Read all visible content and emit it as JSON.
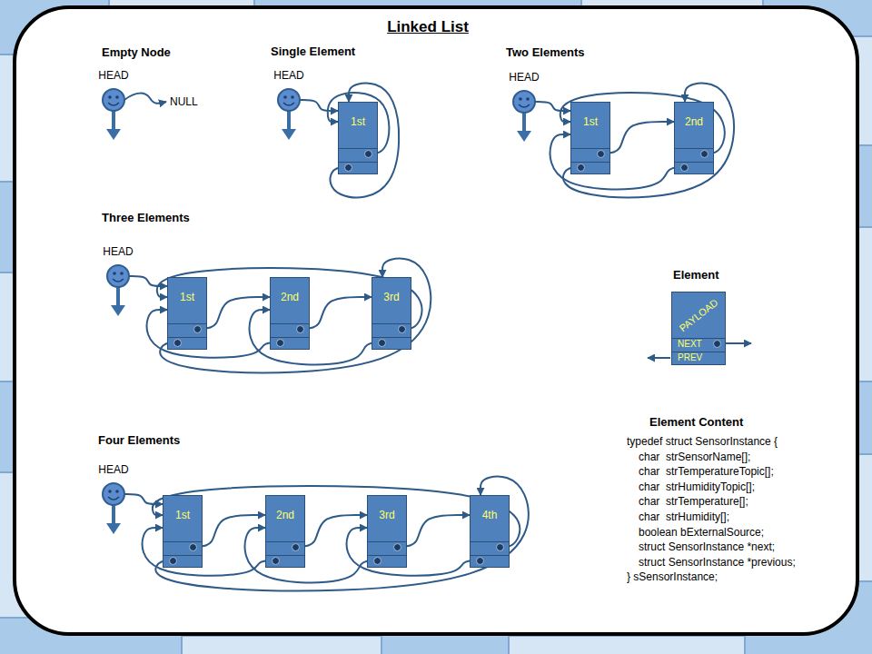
{
  "diagram": {
    "title": "Linked List",
    "nodes": [
      {
        "text": [
          "HEAD"
        ]
      },
      {
        "text": [
          "HEAD"
        ]
      },
      {
        "text": [
          "1st"
        ]
      },
      {
        "text": [
          "HEAD"
        ]
      },
      {
        "text": [
          "1st"
        ]
      },
      {
        "text": [
          "2nd"
        ]
      },
      {
        "text": [
          "HEAD"
        ]
      },
      {
        "text": [
          "1st"
        ]
      },
      {
        "text": [
          "2nd"
        ]
      },
      {
        "text": [
          "3rd"
        ]
      },
      {
        "text": [
          "HEAD"
        ]
      },
      {
        "text": [
          "1st"
        ]
      },
      {
        "text": [
          "2nd"
        ]
      },
      {
        "text": [
          "3rd"
        ]
      },
      {
        "text": [
          "4th"
        ]
      },
      {
        "text": [
          "PAYLOAD",
          "NEXT",
          "PREV"
        ]
      }
    ],
    "edges": [
      {
        "from": 1,
        "to": 2,
        "arrow": "to"
      },
      {
        "from": 2,
        "to": 2,
        "arrow": "to"
      },
      {
        "from": 2,
        "to": 2,
        "arrow": "to"
      },
      {
        "from": 3,
        "to": 4,
        "arrow": "to"
      },
      {
        "from": 4,
        "to": 5,
        "arrow": "to"
      },
      {
        "from": 5,
        "to": 4,
        "arrow": "to"
      },
      {
        "from": 5,
        "to": 4,
        "arrow": "to"
      },
      {
        "from": 4,
        "to": 5,
        "arrow": "to"
      },
      {
        "from": 6,
        "to": 7,
        "arrow": "to"
      },
      {
        "from": 7,
        "to": 8,
        "arrow": "to"
      },
      {
        "from": 8,
        "to": 9,
        "arrow": "to"
      },
      {
        "from": 9,
        "to": 7,
        "arrow": "to"
      },
      {
        "from": 8,
        "to": 7,
        "arrow": "to"
      },
      {
        "from": 9,
        "to": 8,
        "arrow": "to"
      },
      {
        "from": 7,
        "to": 9,
        "arrow": "to"
      },
      {
        "from": 10,
        "to": 11,
        "arrow": "to"
      },
      {
        "from": 11,
        "to": 12,
        "arrow": "to"
      },
      {
        "from": 12,
        "to": 13,
        "arrow": "to"
      },
      {
        "from": 13,
        "to": 14,
        "arrow": "to"
      },
      {
        "from": 14,
        "to": 11,
        "arrow": "to"
      },
      {
        "from": 12,
        "to": 11,
        "arrow": "to"
      },
      {
        "from": 13,
        "to": 12,
        "arrow": "to"
      },
      {
        "from": 14,
        "to": 13,
        "arrow": "to"
      },
      {
        "from": 11,
        "to": 14,
        "arrow": "to"
      }
    ],
    "labels": [
      "Empty Node",
      "NULL",
      "Single Element",
      "Two Elements",
      "Three Elements",
      "Element",
      "Four Elements",
      "Element Content",
      "typedef struct SensorInstance {",
      "char  strSensorName[];",
      "char  strTemperatureTopic[];",
      "char  strHumidityTopic[];",
      "char  strTemperature[];",
      "char  strHumidity[];",
      "boolean bExternalSource;",
      "struct SensorInstance *next;",
      "struct SensorInstance *previous;",
      "} sSensorInstance;"
    ]
  }
}
